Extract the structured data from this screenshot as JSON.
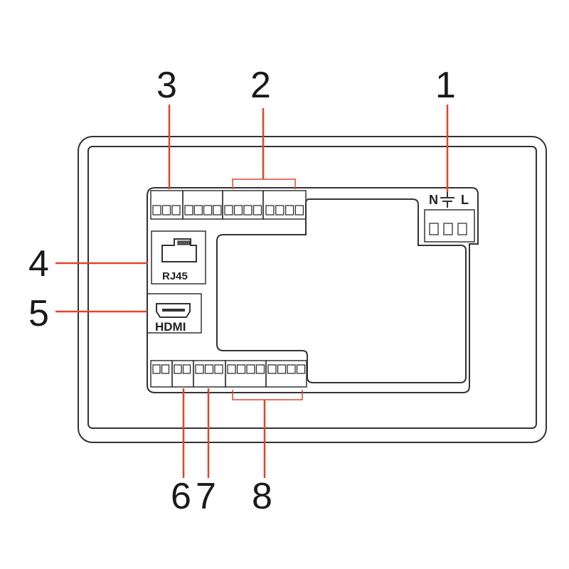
{
  "callouts": {
    "c1": "1",
    "c2": "2",
    "c3": "3",
    "c4": "4",
    "c5": "5",
    "c6": "6",
    "c7": "7",
    "c8": "8"
  },
  "ports": {
    "rj45_label": "RJ45",
    "hdmi_label": "HDMI",
    "power_n": "N",
    "power_l": "L"
  },
  "colors": {
    "leader": "#e0452a",
    "outline": "#333333"
  }
}
